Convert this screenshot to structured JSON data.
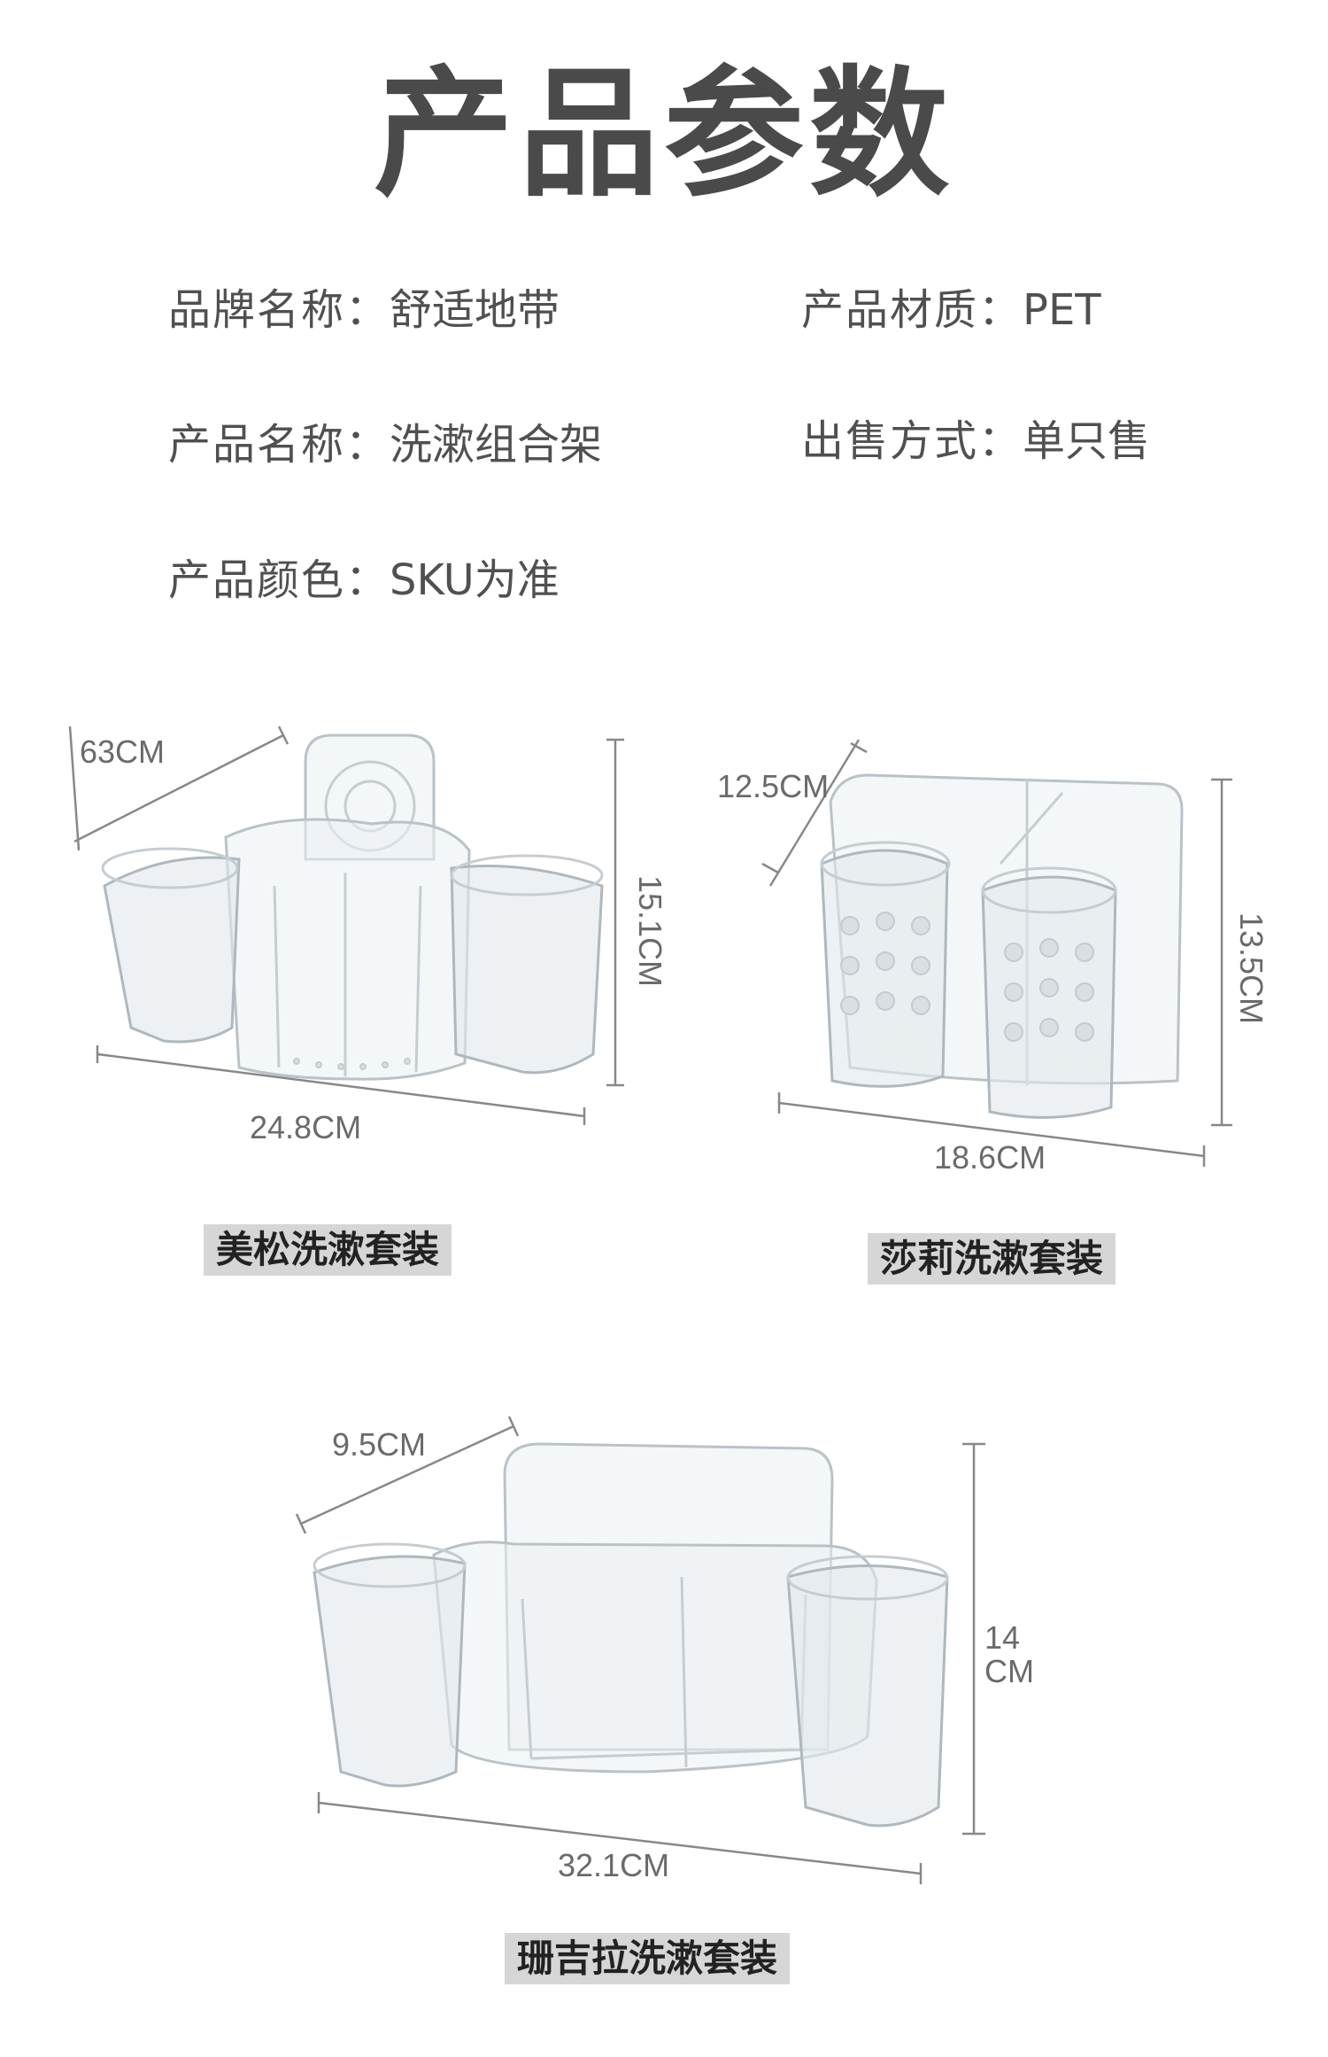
{
  "title": "产品参数",
  "params": {
    "brand_label": "品牌名称：",
    "brand_value": "舒适地带",
    "material_label": "产品材质：",
    "material_value": "PET",
    "name_label": "产品名称：",
    "name_value": "洗漱组合架",
    "sale_label": "出售方式：",
    "sale_value": "单只售",
    "color_label": "产品颜色：",
    "color_value": "SKU为准"
  },
  "products": [
    {
      "name": "美松洗漱套装",
      "depth": "63CM",
      "height": "15.1CM",
      "width": "24.8CM"
    },
    {
      "name": "莎莉洗漱套装",
      "depth": "12.5CM",
      "height": "13.5CM",
      "width": "18.6CM"
    },
    {
      "name": "珊吉拉洗漱套装",
      "depth": "9.5CM",
      "height_line1": "14",
      "height_line2": "CM",
      "width": "32.1CM"
    }
  ]
}
